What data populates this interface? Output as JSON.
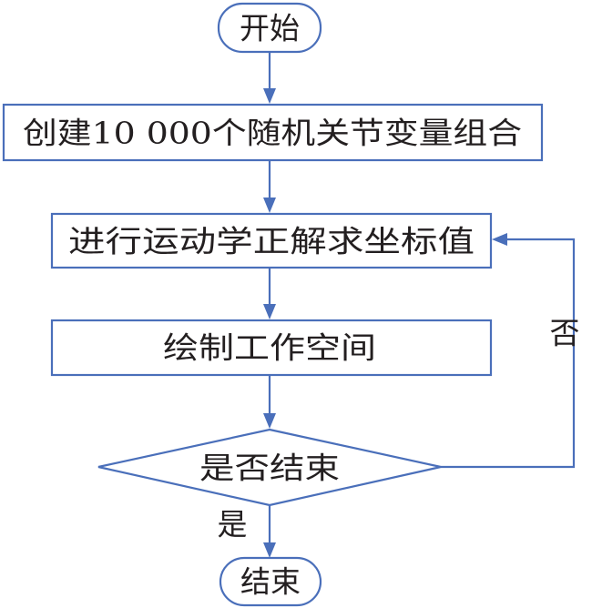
{
  "flowchart": {
    "start": "开始",
    "step1": "创建10 000个随机关节变量组合",
    "step2": "进行运动学正解求坐标值",
    "step3": "绘制工作空间",
    "decision": "是否结束",
    "end": "结束",
    "yes_label": "是",
    "no_label": "否"
  },
  "colors": {
    "line": "#4a6fba",
    "text": "#231f20",
    "fill": "#ffffff"
  }
}
